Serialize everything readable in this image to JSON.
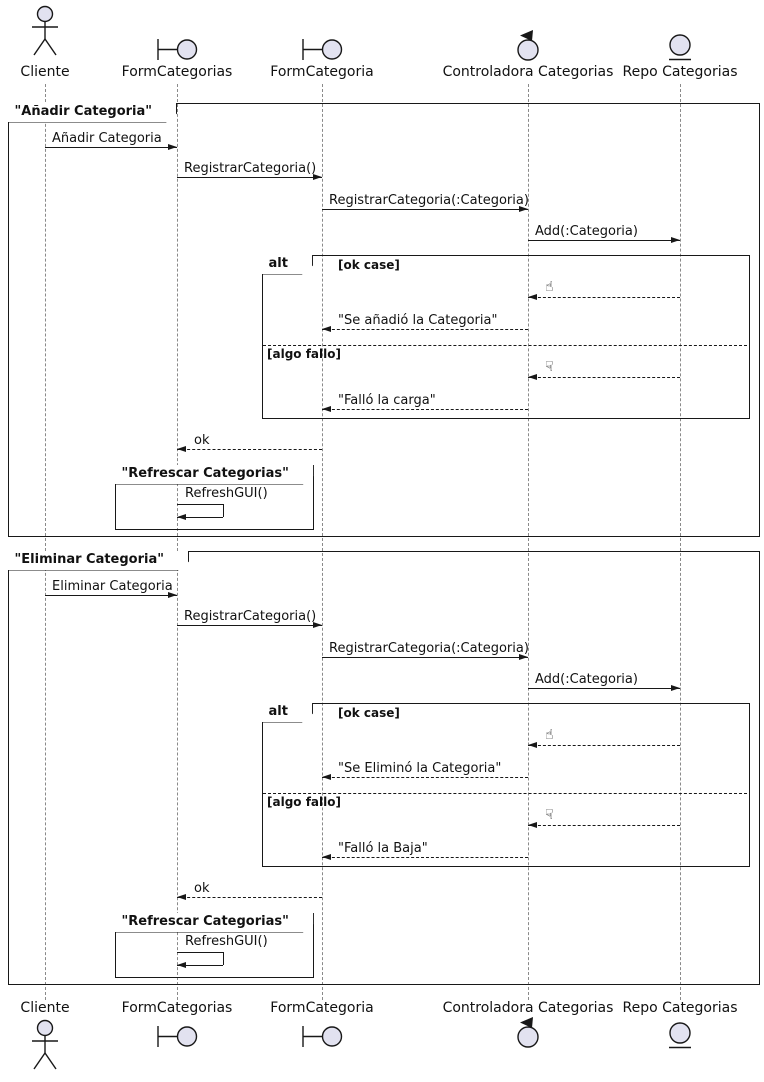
{
  "diagram": {
    "kind": "uml-sequence"
  },
  "participants": [
    {
      "name": "Cliente",
      "kind": "actor"
    },
    {
      "name": "FormCategorias",
      "kind": "boundary"
    },
    {
      "name": "FormCategoria",
      "kind": "boundary"
    },
    {
      "name": "Controladora Categorias",
      "kind": "control"
    },
    {
      "name": "Repo Categorias",
      "kind": "entity"
    }
  ],
  "frames": [
    {
      "title": "\"Añadir Categoria\"",
      "messages": [
        {
          "label": "Añadir Categoria"
        },
        {
          "label": "RegistrarCategoria()"
        },
        {
          "label": "RegistrarCategoria(:Categoria)"
        },
        {
          "label": "Add(:Categoria)"
        }
      ],
      "alt": {
        "operator": "alt",
        "guard_ok": "[ok case]",
        "ok_icon": "☝",
        "ok_msg": "\"Se añadió la Categoria\"",
        "guard_fail": "[algo fallo]",
        "fail_icon": "☟",
        "fail_msg": "\"Falló la carga\""
      },
      "return_msg": "ok",
      "refresh": {
        "title": "\"Refrescar Categorias\"",
        "msg": "RefreshGUI()"
      }
    },
    {
      "title": "\"Eliminar Categoria\"",
      "messages": [
        {
          "label": "Eliminar Categoria"
        },
        {
          "label": "RegistrarCategoria()"
        },
        {
          "label": "RegistrarCategoria(:Categoria)"
        },
        {
          "label": "Add(:Categoria)"
        }
      ],
      "alt": {
        "operator": "alt",
        "guard_ok": "[ok case]",
        "ok_icon": "☝",
        "ok_msg": "\"Se Eliminó la Categoria\"",
        "guard_fail": "[algo fallo]",
        "fail_icon": "☟",
        "fail_msg": "\"Falló la Baja\""
      },
      "return_msg": "ok",
      "refresh": {
        "title": "\"Refrescar Categorias\"",
        "msg": "RefreshGUI()"
      }
    }
  ]
}
